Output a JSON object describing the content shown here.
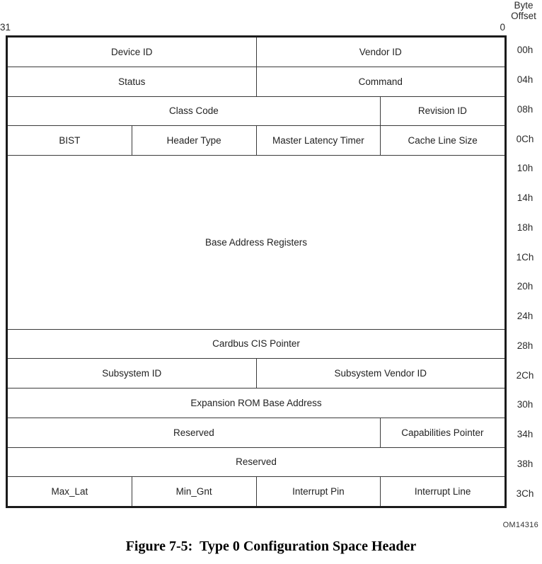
{
  "header": {
    "byte_offset_line1": "Byte",
    "byte_offset_line2": "Offset",
    "bit_left": "31",
    "bit_right": "0"
  },
  "table": {
    "rows": [
      {
        "offset": "00h",
        "units": 1,
        "cells": [
          {
            "label": "Device ID",
            "span": 2
          },
          {
            "label": "Vendor ID",
            "span": 2
          }
        ]
      },
      {
        "offset": "04h",
        "units": 1,
        "cells": [
          {
            "label": "Status",
            "span": 2
          },
          {
            "label": "Command",
            "span": 2
          }
        ]
      },
      {
        "offset": "08h",
        "units": 1,
        "cells": [
          {
            "label": "Class Code",
            "span": 3
          },
          {
            "label": "Revision ID",
            "span": 1
          }
        ]
      },
      {
        "offset": "0Ch",
        "units": 1,
        "cells": [
          {
            "label": "BIST",
            "span": 1
          },
          {
            "label": "Header Type",
            "span": 1
          },
          {
            "label": "Master Latency Timer",
            "span": 1
          },
          {
            "label": "Cache Line Size",
            "span": 1
          }
        ]
      },
      {
        "offset": "10h-24h",
        "units": 6,
        "cells": [
          {
            "label": "Base Address Registers",
            "span": 4
          }
        ]
      },
      {
        "offset": "28h",
        "units": 1,
        "cells": [
          {
            "label": "Cardbus CIS Pointer",
            "span": 4
          }
        ]
      },
      {
        "offset": "2Ch",
        "units": 1,
        "cells": [
          {
            "label": "Subsystem ID",
            "span": 2
          },
          {
            "label": "Subsystem Vendor ID",
            "span": 2
          }
        ]
      },
      {
        "offset": "30h",
        "units": 1,
        "cells": [
          {
            "label": "Expansion ROM Base Address",
            "span": 4
          }
        ]
      },
      {
        "offset": "34h",
        "units": 1,
        "cells": [
          {
            "label": "Reserved",
            "span": 3
          },
          {
            "label": "Capabilities Pointer",
            "span": 1
          }
        ]
      },
      {
        "offset": "38h",
        "units": 1,
        "cells": [
          {
            "label": "Reserved",
            "span": 4
          }
        ]
      },
      {
        "offset": "3Ch",
        "units": 1,
        "cells": [
          {
            "label": "Max_Lat",
            "span": 1
          },
          {
            "label": "Min_Gnt",
            "span": 1
          },
          {
            "label": "Interrupt Pin",
            "span": 1
          },
          {
            "label": "Interrupt Line",
            "span": 1
          }
        ]
      }
    ],
    "offsets": [
      "00h",
      "04h",
      "08h",
      "0Ch",
      "10h",
      "14h",
      "18h",
      "1Ch",
      "20h",
      "24h",
      "28h",
      "2Ch",
      "30h",
      "34h",
      "38h",
      "3Ch"
    ]
  },
  "footer": {
    "figure_id": "OM14316",
    "caption": "Figure 7-5:  Type 0 Configuration Space Header"
  },
  "colors": {
    "outer_border": "#1b1b1b",
    "inner_border": "#3a3a3a",
    "text": "#222222",
    "background": "#ffffff"
  }
}
